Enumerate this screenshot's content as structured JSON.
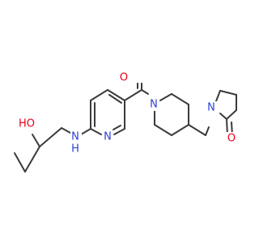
{
  "diagram": {
    "type": "skeletal-structure",
    "atom_labels": {
      "hydroxyl": "HO",
      "amine_h": "H",
      "amine_n": "N",
      "pyridine_n": "N",
      "carbonyl_o": "O",
      "piperidine_n": "N",
      "pyrrolidinone_n": "N",
      "lactam_o": "O"
    },
    "colors": {
      "bond": "#3a3a3a",
      "oxygen": "#e8001a",
      "nitrogen": "#2d3fd6",
      "background": "#ffffff"
    }
  }
}
